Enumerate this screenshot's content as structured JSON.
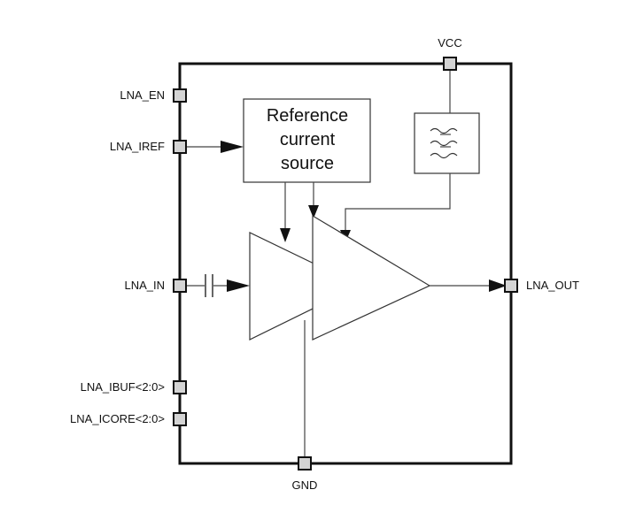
{
  "pins": {
    "vcc": "VCC",
    "gnd": "GND",
    "lna_en": "LNA_EN",
    "lna_iref": "LNA_IREF",
    "lna_in": "LNA_IN",
    "lna_ibuf": "LNA_IBUF<2:0>",
    "lna_icore": "LNA_ICORE<2:0>",
    "lna_out": "LNA_OUT"
  },
  "blocks": {
    "reference_source": {
      "line1": "Reference",
      "line2": "current",
      "line3": "source"
    },
    "filter_icon": "filter-icon"
  },
  "colors": {
    "line": "#111111",
    "pin_fill": "#d4d4d4"
  }
}
